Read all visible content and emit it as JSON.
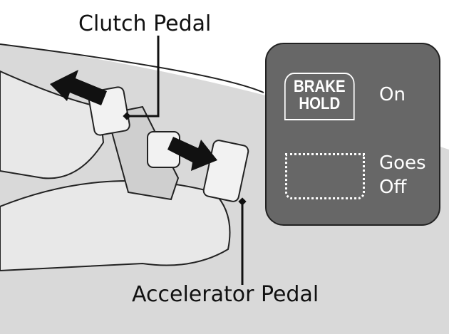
{
  "labels": {
    "clutch": "Clutch Pedal",
    "accelerator": "Accelerator Pedal"
  },
  "panel": {
    "indicator_line1": "BRAKE",
    "indicator_line2": "HOLD",
    "state_on": "On",
    "state_off": "Goes Off"
  },
  "colors": {
    "panel": "#676767",
    "background": "#d9d9d9"
  }
}
